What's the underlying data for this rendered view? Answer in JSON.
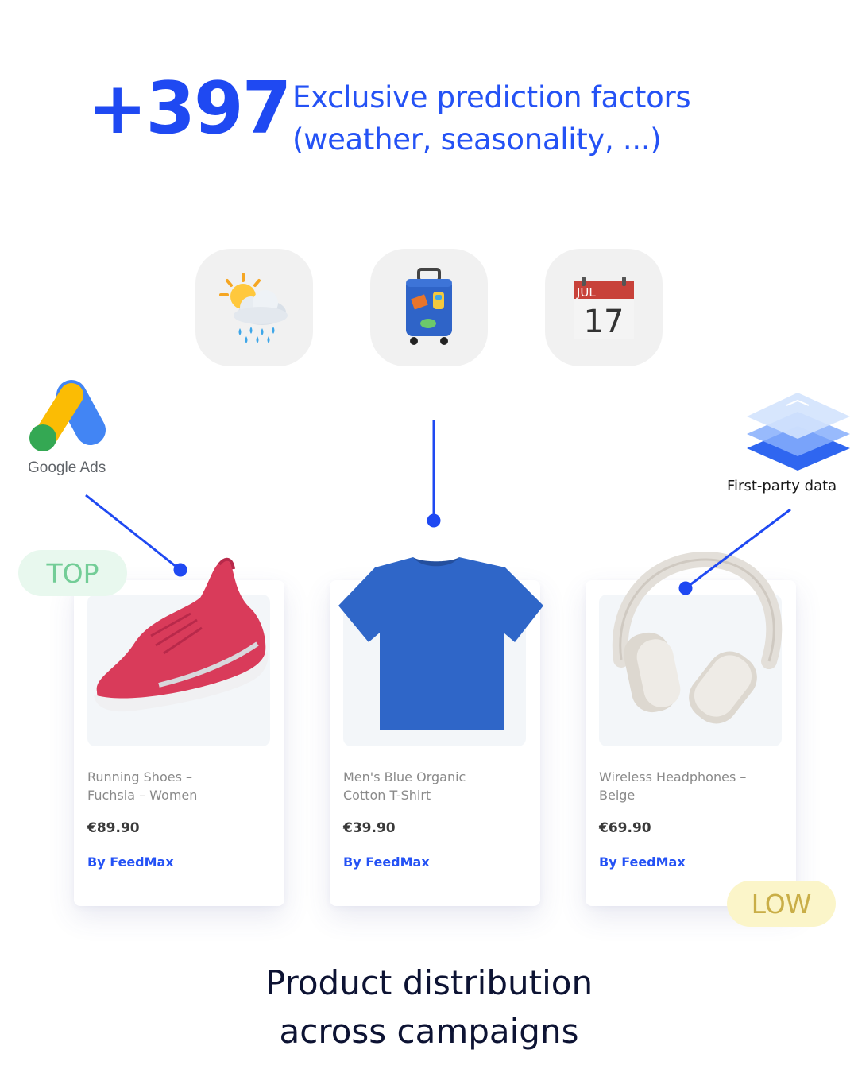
{
  "header": {
    "stat_number": "+397",
    "stat_line1": "Exclusive prediction factors",
    "stat_line2": "(weather, seasonality, ...)"
  },
  "factors": [
    {
      "icon": "weather-icon"
    },
    {
      "icon": "luggage-icon"
    },
    {
      "icon": "calendar-icon",
      "month": "JUL",
      "day": "17"
    }
  ],
  "google_ads": {
    "icon": "google-ads-logo-icon",
    "label": "Google Ads"
  },
  "first_party": {
    "icon": "layers-icon",
    "label": "First-party data"
  },
  "badges": {
    "top": "TOP",
    "low": "LOW"
  },
  "products": [
    {
      "name_line1": "Running Shoes –",
      "name_line2": "Fuchsia – Women",
      "price": "€89.90",
      "by": "By FeedMax",
      "image": "sneaker-image"
    },
    {
      "name_line1": "Men's Blue Organic",
      "name_line2": "Cotton T-Shirt",
      "price": "€39.90",
      "by": "By FeedMax",
      "image": "tshirt-image"
    },
    {
      "name_line1": "Wireless Headphones –",
      "name_line2": "Beige",
      "price": "€69.90",
      "by": "By FeedMax",
      "image": "headphones-image"
    }
  ],
  "caption": {
    "line1": "Product distribution",
    "line2": "across campaigns"
  },
  "colors": {
    "accent": "#1f49f2",
    "text_dark": "#0d1333",
    "top_badge_bg": "#e8f8ee",
    "top_badge_text": "#73cd97",
    "low_badge_bg": "#fbf5c9",
    "low_badge_text": "#c9ae47"
  }
}
